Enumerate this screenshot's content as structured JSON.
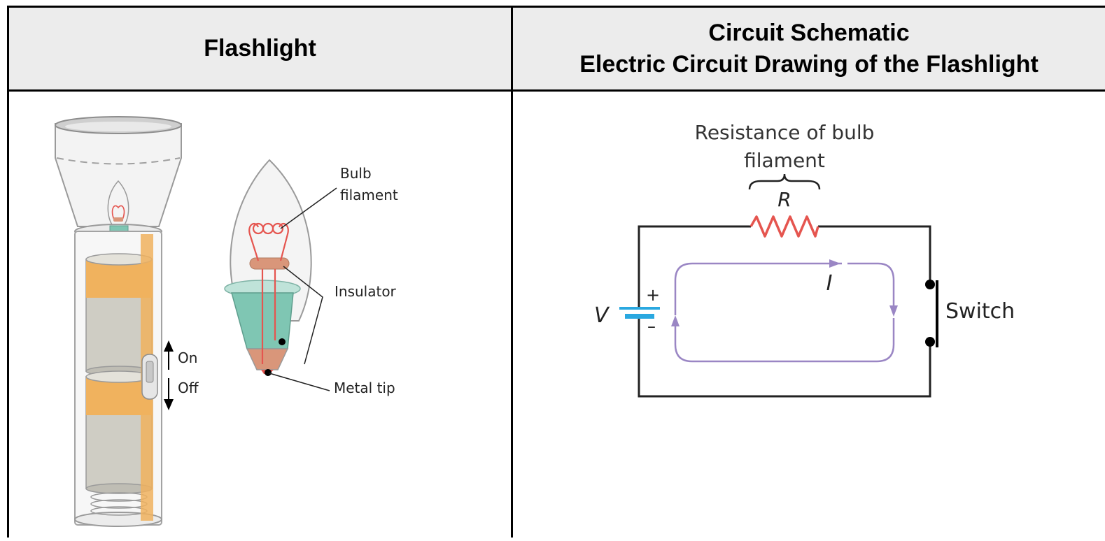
{
  "header": {
    "left_title": "Flashlight",
    "right_title_line1": "Circuit Schematic",
    "right_title_line2": "Electric Circuit Drawing of the Flashlight"
  },
  "flashlight": {
    "labels": {
      "bulb_filament_1": "Bulb",
      "bulb_filament_2": "filament",
      "insulator": "Insulator",
      "metal_tip": "Metal tip",
      "on": "On",
      "off": "Off"
    }
  },
  "schematic": {
    "resistance_caption_1": "Resistance of bulb",
    "resistance_caption_2": "filament",
    "resistor_symbol": "R",
    "current_symbol": "I",
    "voltage_symbol": "V",
    "plus": "+",
    "minus": "–",
    "switch_label": "Switch"
  },
  "colors": {
    "header_bg": "#ececec",
    "filament_red": "#e5554f",
    "insulator_tan": "#d9967a",
    "socket_teal": "#7fc6b3",
    "battery_orange": "#f0b25e",
    "battery_gray": "#cfcdc4",
    "current_purple": "#9a86c4",
    "cell_blue": "#2aa8e0"
  }
}
